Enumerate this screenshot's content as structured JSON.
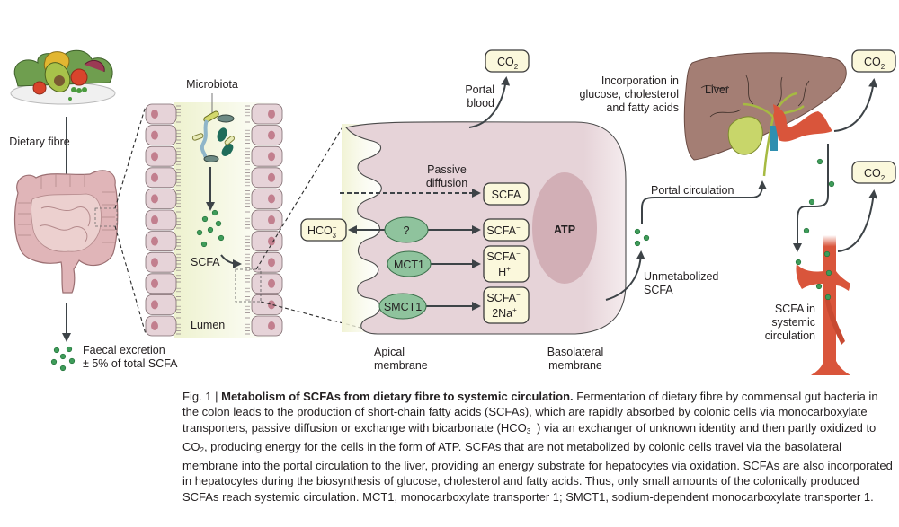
{
  "diagram": {
    "food_label": "Dietary fibre",
    "microbiota_label": "Microbiota",
    "scfa_lumen_label": "SCFA",
    "lumen_label": "Lumen",
    "faecal_line1": "Faecal excretion",
    "faecal_line2": "± 5% of total SCFA",
    "portal_blood_line1": "Portal",
    "portal_blood_line2": "blood",
    "co2_label": "CO",
    "co2_sub": "2",
    "passive_line1": "Passive",
    "passive_line2": "diffusion",
    "hco3_label": "HCO",
    "hco3_sub": "3",
    "hco3_sup": "−",
    "unknown_transporter": "?",
    "mct1": "MCT1",
    "smct1": "SMCT1",
    "scfa_box1": "SCFA",
    "scfa_box2": "SCFA",
    "scfa_box2_sup": "−",
    "scfa_box3_line1": "SCFA",
    "scfa_box3_sup": "−",
    "scfa_box3_line2": "H",
    "scfa_box3_line2_sup": "+",
    "scfa_box4_line1": "SCFA",
    "scfa_box4_sup": "−",
    "scfa_box4_line2": "2Na",
    "scfa_box4_line2_sup": "+",
    "atp_label": "ATP",
    "apical_line1": "Apical",
    "apical_line2": "membrane",
    "basolateral_line1": "Basolateral",
    "basolateral_line2": "membrane",
    "unmetabolized_line1": "Unmetabolized",
    "unmetabolized_line2": "SCFA",
    "portal_circulation": "Portal circulation",
    "incorporation_line1": "Incorporation in",
    "incorporation_line2": "glucose, cholesterol",
    "incorporation_line3": "and fatty acids",
    "liver_label": "Liver",
    "systemic_line1": "SCFA in",
    "systemic_line2": "systemic",
    "systemic_line3": "circulation"
  },
  "colors": {
    "cell_pink": "#e6d3d8",
    "atp_oval": "#d2afb6",
    "lumen_yellow": "#f3f5dc",
    "box_fill": "#fbf8dc",
    "transporter_green": "#8fc39d",
    "scfa_dot": "#3f9c5a",
    "liver_brown": "#a47e74",
    "vessel_red": "#d9553b",
    "vein_blue": "#2f8fb0",
    "gallbladder": "#c8d66a"
  },
  "caption": {
    "fig_label": "Fig. 1 | ",
    "title": "Metabolism of SCFAs from dietary fibre to systemic circulation.",
    "body_part1": " Fermentation of dietary fibre by commensal gut bacteria in the colon leads to the production of short-chain fatty acids (SCFAs), which are rapidly absorbed by colonic cells via monocarboxylate transporters, passive diffusion or exchange with bicarbonate (HCO",
    "body_sub1": "3",
    "body_part2": "⁻) via an exchanger of unknown identity and then partly oxidized to CO",
    "body_sub2": "2",
    "body_part3": ", producing energy for the cells in the form of ATP. SCFAs that are not metabolized by colonic cells travel via the basolateral membrane into the portal circulation to the liver, providing an energy substrate for hepatocytes via oxidation. SCFAs are also incorporated in hepatocytes during the biosynthesis of glucose, cholesterol and fatty acids. Thus, only small amounts of the colonically produced SCFAs reach systemic circulation. MCT1, monocarboxylate transporter 1; SMCT1, sodium-dependent monocarboxylate transporter 1."
  }
}
